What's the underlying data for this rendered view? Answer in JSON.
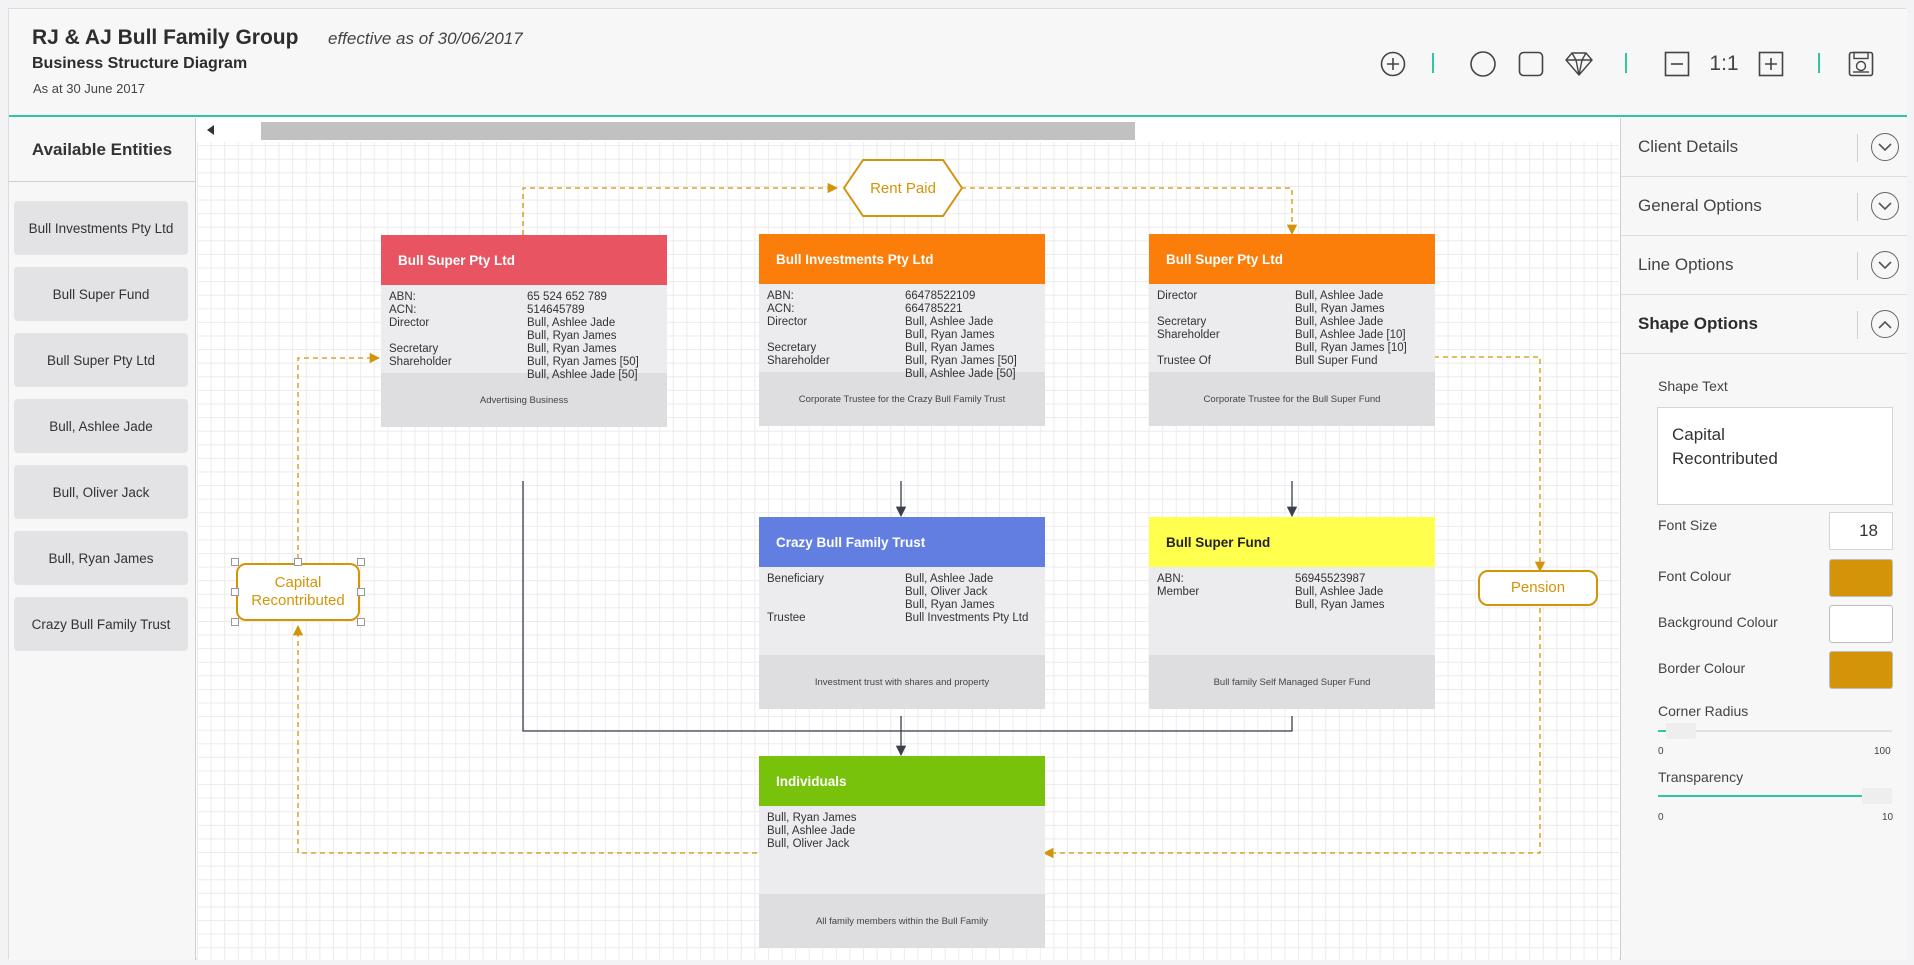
{
  "header": {
    "title": "RJ & AJ Bull Family Group",
    "effective": "effective as of 30/06/2017",
    "subtitle": "Business Structure Diagram",
    "as_at": "As at 30 June 2017",
    "zoom_label": "1:1",
    "accent_color": "#2ec7a2"
  },
  "toolbar": {
    "icons": [
      "add-circle-icon",
      "circle-shape-icon",
      "square-shape-icon",
      "diamond-shape-icon",
      "zoom-out-icon",
      "zoom-in-icon",
      "save-icon"
    ]
  },
  "left_panel": {
    "title": "Available Entities",
    "items": [
      "Bull Investments Pty Ltd",
      "Bull Super Fund",
      "Bull Super Pty Ltd",
      "Bull, Ashlee Jade",
      "Bull, Oliver Jack",
      "Bull, Ryan James",
      "Crazy Bull Family Trust"
    ]
  },
  "diagram": {
    "nodes": [
      {
        "title": "Bull Super Pty Ltd",
        "color": "#e85462",
        "rows": [
          {
            "k": "ABN:",
            "v": "65 524 652 789"
          },
          {
            "k": "ACN:",
            "v": "514645789"
          },
          {
            "k": "Director",
            "v": "Bull, Ashlee Jade\nBull, Ryan James"
          },
          {
            "k": "Secretary",
            "v": "Bull, Ryan James"
          },
          {
            "k": "Shareholder",
            "v": "Bull, Ryan James [50]\nBull, Ashlee Jade [50]"
          }
        ],
        "footer": "Advertising Business"
      },
      {
        "title": "Bull Investments Pty Ltd",
        "color": "#fb7d0a",
        "rows": [
          {
            "k": "ABN:",
            "v": "66478522109"
          },
          {
            "k": "ACN:",
            "v": "664785221"
          },
          {
            "k": "Director",
            "v": "Bull, Ashlee Jade\nBull, Ryan James"
          },
          {
            "k": "Secretary",
            "v": "Bull, Ryan James"
          },
          {
            "k": "Shareholder",
            "v": "Bull, Ryan James [50]\nBull, Ashlee Jade [50]"
          }
        ],
        "footer": "Corporate Trustee for the Crazy Bull Family Trust"
      },
      {
        "title": "Bull Super Pty Ltd",
        "color": "#fb7d0a",
        "rows": [
          {
            "k": "Director",
            "v": "Bull, Ashlee Jade\nBull, Ryan James"
          },
          {
            "k": "Secretary",
            "v": "Bull, Ashlee Jade"
          },
          {
            "k": "Shareholder",
            "v": "Bull, Ashlee Jade [10]\nBull, Ryan James [10]"
          },
          {
            "k": "Trustee Of",
            "v": "Bull Super Fund"
          }
        ],
        "footer": "Corporate Trustee for the Bull Super Fund"
      },
      {
        "title": "Crazy Bull Family Trust",
        "color": "#637ee1",
        "rows": [
          {
            "k": "Beneficiary",
            "v": "Bull, Ashlee Jade\nBull, Oliver Jack\nBull, Ryan James"
          },
          {
            "k": "Trustee",
            "v": "Bull Investments Pty Ltd"
          }
        ],
        "footer": "Investment trust with shares and property"
      },
      {
        "title": "Bull Super Fund",
        "color": "#ffff4d",
        "title_color": "#222222",
        "rows": [
          {
            "k": "ABN:",
            "v": "56945523987"
          },
          {
            "k": "Member",
            "v": "Bull, Ashlee Jade\nBull, Ryan James"
          }
        ],
        "footer": "Bull family Self Managed Super Fund"
      },
      {
        "title": "Individuals",
        "color": "#78c20b",
        "rows": [
          {
            "k": "Bull, Ryan James",
            "v": ""
          },
          {
            "k": "Bull, Ashlee Jade",
            "v": ""
          },
          {
            "k": "Bull, Oliver Jack",
            "v": ""
          }
        ],
        "footer": "All family members within the Bull Family"
      }
    ],
    "labels": {
      "rent_paid": "Rent Paid",
      "capital": "Capital\nRecontributed",
      "pension": "Pension"
    },
    "line_color": "#d4940a",
    "connector_color": "#3a3f4b"
  },
  "right_panel": {
    "sections": [
      "Client Details",
      "General Options",
      "Line Options",
      "Shape Options"
    ],
    "shape_text_label": "Shape Text",
    "shape_text": "Capital\nRecontributed",
    "font_size_label": "Font Size",
    "font_size": "18",
    "font_colour_label": "Font Colour",
    "font_colour": "#d4940a",
    "background_colour_label": "Background Colour",
    "background_colour": "#ffffff",
    "border_colour_label": "Border Colour",
    "border_colour": "#d4940a",
    "corner_radius_label": "Corner Radius",
    "corner_radius": {
      "min": "0",
      "max": "100",
      "value_fraction": 0.1
    },
    "transparency_label": "Transparency",
    "transparency": {
      "min": "0",
      "max": "10",
      "value_fraction": 1.0
    }
  }
}
